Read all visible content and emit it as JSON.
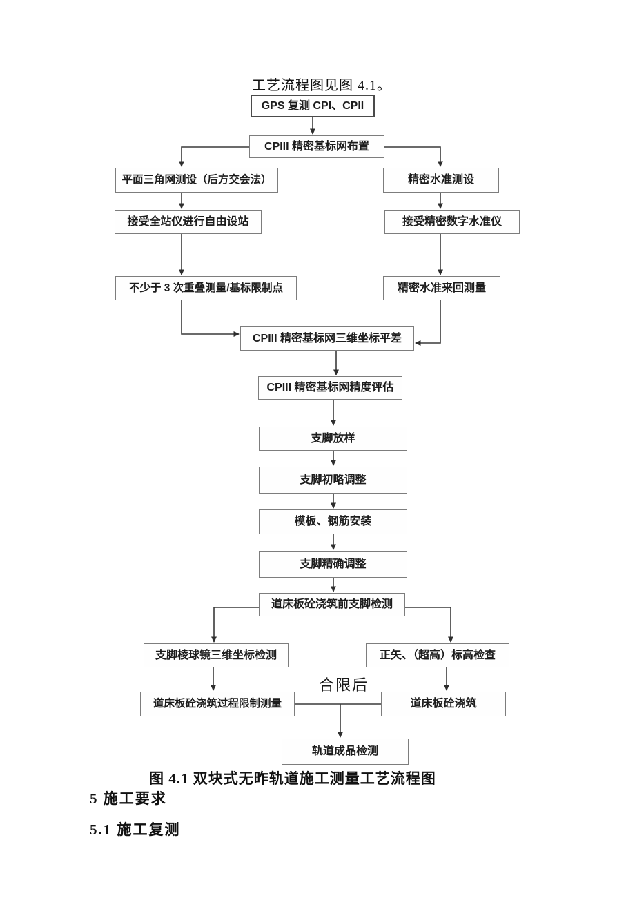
{
  "page": {
    "intro_text": "工艺流程图见图 4.1。",
    "caption": "图 4.1 双块式无昨轨道施工测量工艺流程图",
    "heading_section_5": "5 施工要求",
    "heading_section_5_1": "5.1 施工复测"
  },
  "flowchart": {
    "pass_label": "合限后",
    "nodes": {
      "gps_retest": "GPS 复测 CPI、CPII",
      "cpiii_network_layout": "CPIII 精密基标网布置",
      "plane_triangulation": "平面三角网测设（后方交会法）",
      "precise_leveling_setup": "精密水准测设",
      "total_station_free_station": "接受全站仪进行自由设站",
      "precise_digital_level": "接受精密数字水准仪",
      "overlap_measurement": "不少于 3 次重叠测量/基标限制点",
      "leveling_round_trip": "精密水准来回测量",
      "cpiii_3d_adjustment": "CPIII 精密基标网三维坐标平差",
      "cpiii_accuracy_evaluation": "CPIII 精密基标网精度评估",
      "support_setting_out": "支脚放样",
      "support_rough_adjust": "支脚初略调整",
      "formwork_rebar_install": "模板、钢筋安装",
      "support_precise_adjust": "支脚精确调整",
      "pre_pour_support_check": "道床板砼浇筑前支脚检测",
      "support_prism_3d_check": "支脚棱球镜三维坐标检测",
      "versine_superelevation_check": "正矢、（超高）标高检查",
      "pour_process_limit_measure": "道床板砼浇筑过程限制测量",
      "slab_concrete_pour": "道床板砼浇筑",
      "finished_track_check": "轨道成品检测"
    }
  }
}
